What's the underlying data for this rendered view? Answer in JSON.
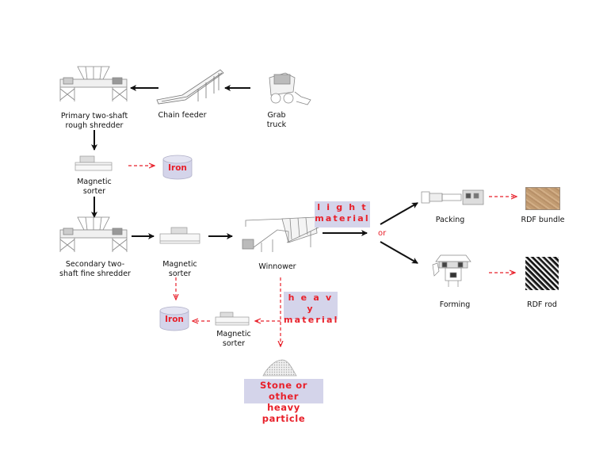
{
  "diagram": {
    "title": "",
    "colors": {
      "arrow": "#111111",
      "byproduct_arrow": "#e8202a",
      "tag_bg": "#d4d4ea",
      "tag_text": "#e8202a",
      "iron_drum": "#d4d4ea"
    },
    "nodes": {
      "grab_truck": {
        "label": "Grab\ntruck",
        "icon": "skid-steer-loader-icon"
      },
      "chain_feeder": {
        "label": "Chain feeder",
        "icon": "chain-feeder-icon"
      },
      "primary_shredder": {
        "label": "Primary two-shaft\nrough shredder",
        "icon": "shredder-icon"
      },
      "magnetic_sorter_1": {
        "label": "Magnetic\nsorter",
        "icon": "magnetic-sorter-icon"
      },
      "iron_1": {
        "label": "Iron",
        "icon": "drum-icon"
      },
      "secondary_shredder": {
        "label": "Secondary two-\nshaft fine shredder",
        "icon": "shredder-icon"
      },
      "magnetic_sorter_2": {
        "label": "Magnetic\nsorter",
        "icon": "magnetic-sorter-icon"
      },
      "winnower": {
        "label": "Winnower",
        "icon": "winnower-icon"
      },
      "packing": {
        "label": "Packing",
        "icon": "baler-icon"
      },
      "rdf_bundle": {
        "label": "RDF bundle",
        "icon": "bale-texture-icon"
      },
      "forming": {
        "label": "Forming",
        "icon": "pellet-press-icon"
      },
      "rdf_rod": {
        "label": "RDF rod",
        "icon": "pellet-texture-icon"
      },
      "magnetic_sorter_3": {
        "label": "Magnetic\nsorter",
        "icon": "magnetic-sorter-icon"
      },
      "iron_2": {
        "label": "Iron",
        "icon": "drum-icon"
      },
      "stone": {
        "label": "Stone or other\nheavy particle",
        "icon": "pile-icon"
      }
    },
    "tags": {
      "light_material": {
        "line1": "l i g h t",
        "line2": "material"
      },
      "heavy_material": {
        "line1": "h e a v y",
        "line2": "material"
      }
    },
    "or_label": "or",
    "edges": [
      {
        "from": "grab_truck",
        "to": "chain_feeder",
        "style": "solid"
      },
      {
        "from": "chain_feeder",
        "to": "primary_shredder",
        "style": "solid"
      },
      {
        "from": "primary_shredder",
        "to": "magnetic_sorter_1",
        "style": "solid"
      },
      {
        "from": "magnetic_sorter_1",
        "to": "iron_1",
        "style": "dashed"
      },
      {
        "from": "magnetic_sorter_1",
        "to": "secondary_shredder",
        "style": "solid"
      },
      {
        "from": "secondary_shredder",
        "to": "magnetic_sorter_2",
        "style": "solid"
      },
      {
        "from": "magnetic_sorter_2",
        "to": "winnower",
        "style": "solid"
      },
      {
        "from": "magnetic_sorter_2",
        "to": "iron_2",
        "style": "dashed"
      },
      {
        "from": "winnower",
        "to": "packing",
        "style": "solid",
        "label": "light material"
      },
      {
        "from": "winnower",
        "to": "forming",
        "style": "solid",
        "label": "light material"
      },
      {
        "from": "packing",
        "to": "rdf_bundle",
        "style": "dashed"
      },
      {
        "from": "forming",
        "to": "rdf_rod",
        "style": "dashed"
      },
      {
        "from": "winnower",
        "to": "magnetic_sorter_3",
        "style": "dashed",
        "label": "heavy material"
      },
      {
        "from": "magnetic_sorter_3",
        "to": "iron_2",
        "style": "dashed"
      },
      {
        "from": "winnower",
        "to": "stone",
        "style": "dashed",
        "label": "heavy material"
      }
    ]
  }
}
